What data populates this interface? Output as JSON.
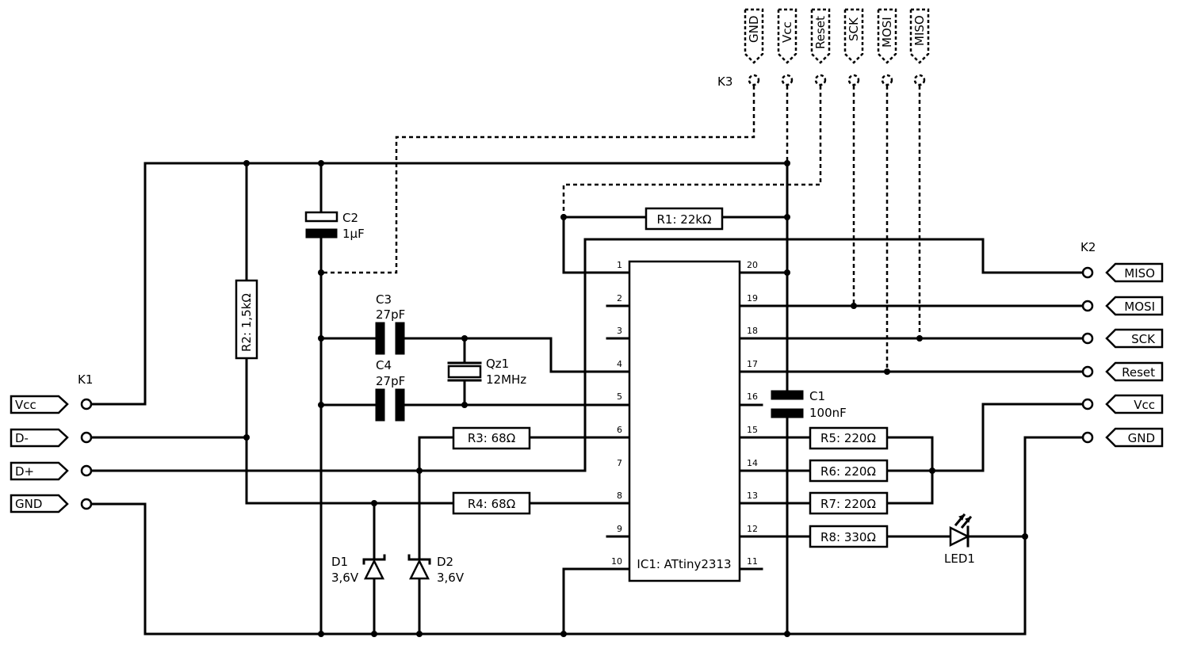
{
  "diagram": {
    "connectors": {
      "k1": {
        "label": "K1",
        "pins": [
          "Vcc",
          "D-",
          "D+",
          "GND"
        ]
      },
      "k2": {
        "label": "K2",
        "pins": [
          "MISO",
          "MOSI",
          "SCK",
          "Reset",
          "Vcc",
          "GND"
        ]
      },
      "k3": {
        "label": "K3",
        "pins": [
          "GND",
          "Vcc",
          "Reset",
          "SCK",
          "MOSI",
          "MISO"
        ]
      }
    },
    "ic": {
      "label": "IC1: ATtiny2313",
      "pins_left": [
        "1",
        "2",
        "3",
        "4",
        "5",
        "6",
        "7",
        "8",
        "9",
        "10"
      ],
      "pins_right": [
        "20",
        "19",
        "18",
        "17",
        "16",
        "15",
        "14",
        "13",
        "12",
        "11"
      ]
    },
    "components": {
      "r1": "R1: 22kΩ",
      "r2": "R2: 1,5kΩ",
      "r3": "R3: 68Ω",
      "r4": "R4: 68Ω",
      "r5": "R5: 220Ω",
      "r6": "R6: 220Ω",
      "r7": "R7: 220Ω",
      "r8": "R8: 330Ω",
      "c1": {
        "name": "C1",
        "value": "100nF"
      },
      "c2": {
        "name": "C2",
        "value": "1µF"
      },
      "c3": {
        "name": "C3",
        "value": "27pF"
      },
      "c4": {
        "name": "C4",
        "value": "27pF"
      },
      "qz1": {
        "name": "Qz1",
        "value": "12MHz"
      },
      "d1": {
        "name": "D1",
        "value": "3,6V"
      },
      "d2": {
        "name": "D2",
        "value": "3,6V"
      },
      "led1": "LED1"
    }
  }
}
